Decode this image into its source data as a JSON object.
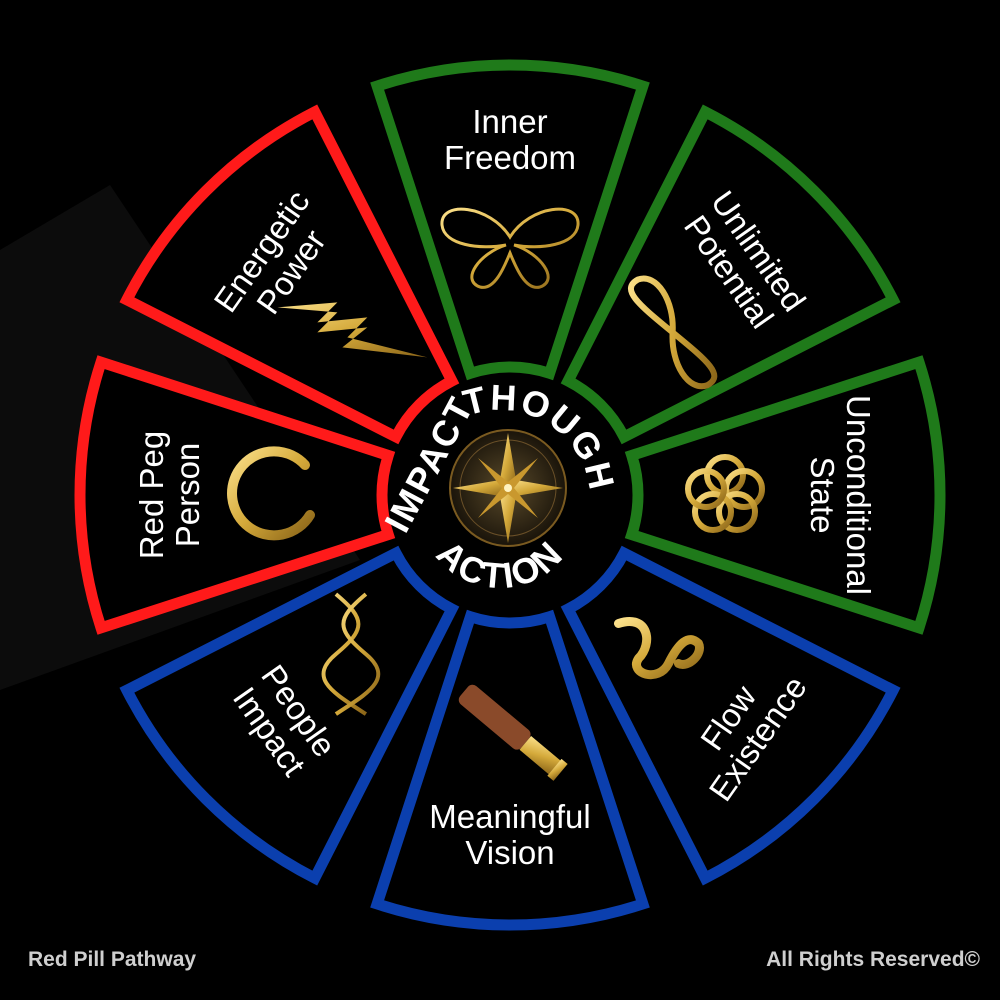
{
  "segments": [
    {
      "id": "inner-freedom",
      "lines": [
        "Inner",
        "Freedom"
      ],
      "border_color": "#1f7a1a",
      "icon": "butterfly-icon"
    },
    {
      "id": "unlimited-potential",
      "lines": [
        "Unlimited",
        "Potential"
      ],
      "border_color": "#1f7a1a",
      "icon": "infinity-icon"
    },
    {
      "id": "unconditional-state",
      "lines": [
        "Unconditional",
        "State"
      ],
      "border_color": "#1f7a1a",
      "icon": "knot-icon"
    },
    {
      "id": "flow-existence",
      "lines": [
        "Flow",
        "Existence"
      ],
      "border_color": "#0b3fae",
      "icon": "ribbon-icon"
    },
    {
      "id": "meaningful-vision",
      "lines": [
        "Meaningful",
        "Vision"
      ],
      "border_color": "#0b3fae",
      "icon": "telescope-icon"
    },
    {
      "id": "people-impact",
      "lines": [
        "People",
        "Impact"
      ],
      "border_color": "#0b3fae",
      "icon": "dna-icon"
    },
    {
      "id": "red-peg-person",
      "lines": [
        "Red Peg",
        "Person"
      ],
      "border_color": "#ff1a1a",
      "icon": "enso-circle-icon"
    },
    {
      "id": "energetic-power",
      "lines": [
        "Energetic",
        "Power"
      ],
      "border_color": "#ff1a1a",
      "icon": "lightning-icon"
    }
  ],
  "hub": {
    "words": [
      "THOUGHT",
      "ACTION",
      "IMPACT"
    ],
    "icon": "compass-icon"
  },
  "footer": {
    "left": "Red Pill Pathway",
    "right": "All Rights Reserved©"
  },
  "colors": {
    "background": "#000000",
    "green": "#1f7a1a",
    "blue": "#0b3fae",
    "red": "#ff1a1a",
    "gold": "#d4a93a"
  }
}
